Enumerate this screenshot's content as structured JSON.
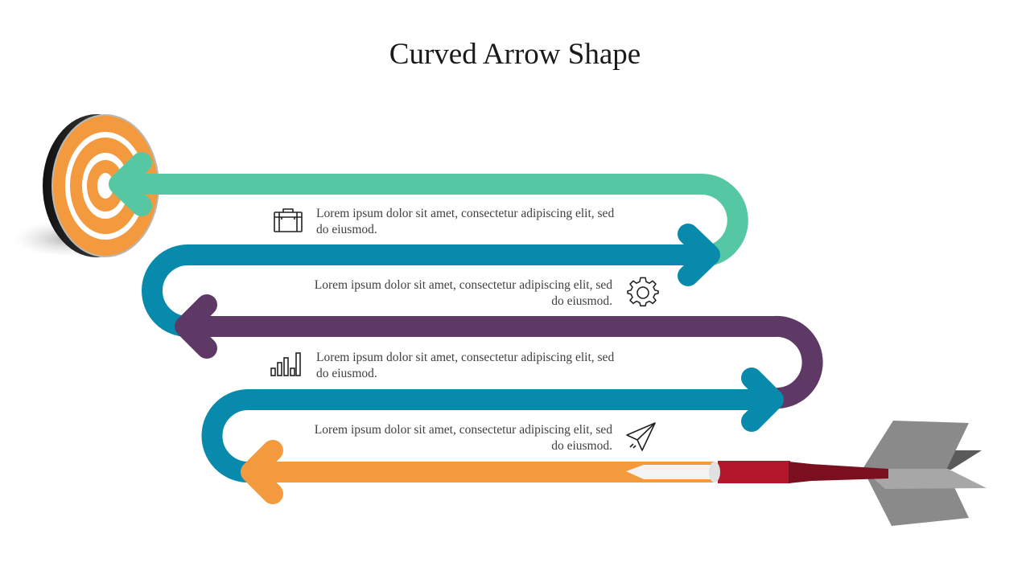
{
  "title": "Curved Arrow Shape",
  "colors": {
    "green": "#56c7a3",
    "teal": "#078aab",
    "purple": "#5e3966",
    "orange": "#f39a3e",
    "target_orange": "#f39a3e",
    "dart_red": "#b3172a",
    "dart_grey": "#808080"
  },
  "steps": [
    {
      "text": "Lorem ipsum dolor sit amet, consectetur adipiscing elit, sed do eiusmod.",
      "icon": "briefcase-icon"
    },
    {
      "text": "Lorem ipsum dolor sit amet, consectetur adipiscing elit, sed do eiusmod.",
      "icon": "gear-icon"
    },
    {
      "text": "Lorem ipsum dolor sit amet, consectetur adipiscing elit, sed do eiusmod.",
      "icon": "bar-chart-icon"
    },
    {
      "text": "Lorem ipsum dolor sit amet, consectetur adipiscing elit, sed do eiusmod.",
      "icon": "paper-plane-icon"
    }
  ]
}
